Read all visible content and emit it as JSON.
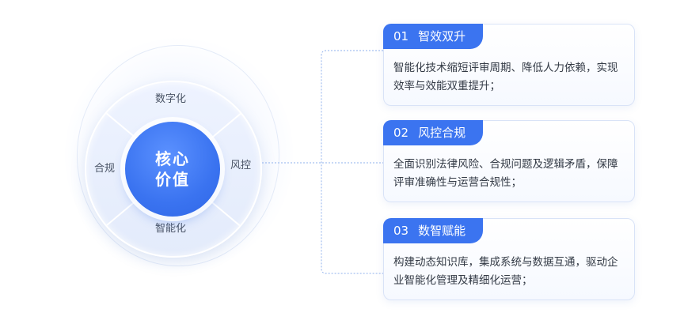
{
  "core": {
    "line1": "核心",
    "line2": "价值"
  },
  "segments": {
    "top": "数字化",
    "right": "风控",
    "bottom": "智能化",
    "left": "合规"
  },
  "cards": [
    {
      "num": "01",
      "title": "智效双升",
      "desc": "智能化技术缩短评审周期、降低人力依赖，实现效率与效能双重提升；"
    },
    {
      "num": "02",
      "title": "风控合规",
      "desc": "全面识别法律风险、合规问题及逻辑矛盾，保障评审准确性与运营合规性；"
    },
    {
      "num": "03",
      "title": "数智赋能",
      "desc": "构建动态知识库，集成系统与数据互通，驱动企业智能化管理及精细化运营；"
    }
  ],
  "colors": {
    "accent": "#3b74f0",
    "core": "#3a73f0",
    "ring": "#e3ebfb",
    "connector": "#8fb0ec",
    "text": "#333a45"
  }
}
